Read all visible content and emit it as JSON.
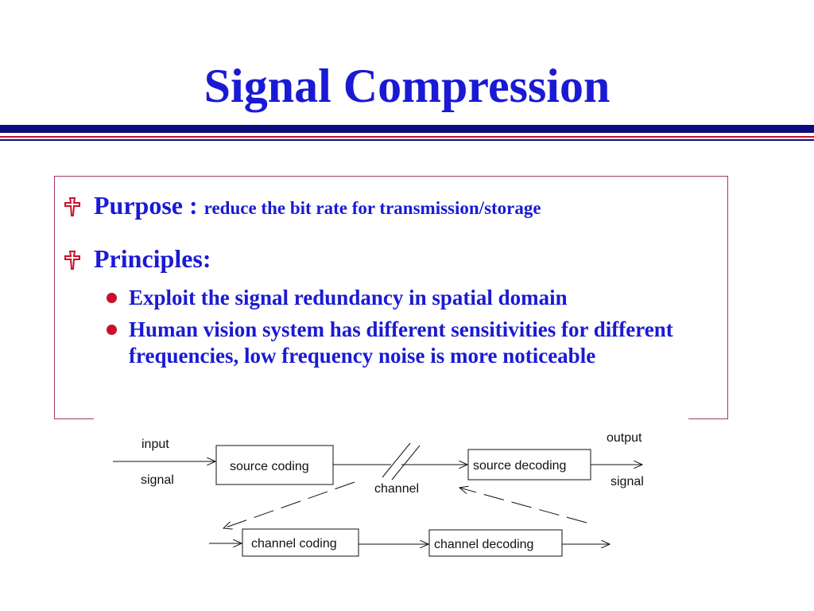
{
  "slide": {
    "title": "Signal Compression",
    "bullets": [
      {
        "heading": "Purpose :",
        "note": "reduce the bit rate for transmission/storage"
      },
      {
        "heading": "Principles:",
        "note": ""
      }
    ],
    "sub_bullets": [
      "Exploit the signal redundancy in spatial domain",
      "Human vision system has different sensitivities for different frequencies, low frequency noise is more noticeable"
    ]
  },
  "diagram": {
    "input_label": "input",
    "input_signal_label": "signal",
    "output_label": "output",
    "output_signal_label": "signal",
    "channel_label": "channel",
    "source_coding": "source coding",
    "source_decoding": "source decoding",
    "channel_coding": "channel coding",
    "channel_decoding": "channel decoding"
  },
  "colors": {
    "title_blue": "#1a1ad4",
    "rule_navy": "#0d0d80",
    "rule_red": "#c8102e",
    "box_border": "#a23a6a",
    "bullet_red": "#c8102e"
  }
}
